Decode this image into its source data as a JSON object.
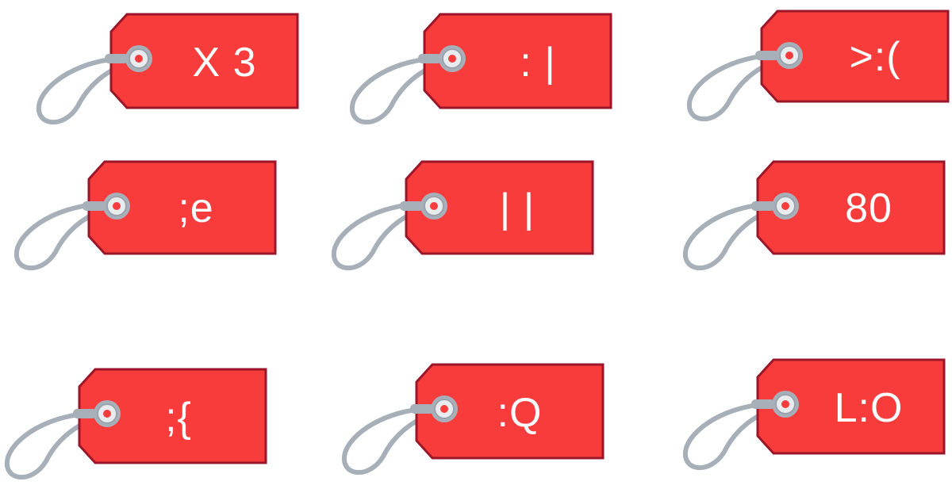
{
  "colors": {
    "tag_fill": "#f83c3c",
    "tag_stroke": "#9a1628",
    "string": "#a7afb8",
    "eyelet_ring": "#9aa3ad",
    "eyelet_inner": "#e9ecef",
    "text": "#ffffff"
  },
  "tags": [
    {
      "label": "X 3"
    },
    {
      "label": ": |"
    },
    {
      "label": ">:("
    },
    {
      "label": ";e"
    },
    {
      "label": "| |"
    },
    {
      "label": "80"
    },
    {
      "label": ";{"
    },
    {
      "label": ":Q"
    },
    {
      "label": "L:O"
    }
  ]
}
